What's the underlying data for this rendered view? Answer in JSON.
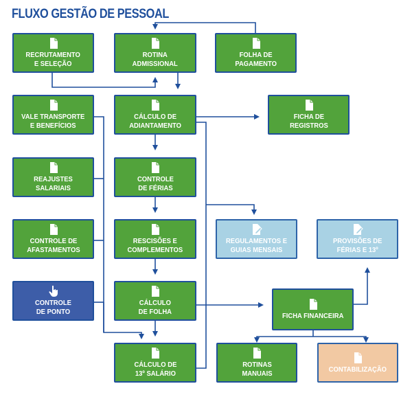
{
  "title": "FLUXO GESTÃO DE PESSOAL",
  "colors": {
    "green": "#52a33b",
    "blue": "#3d5da8",
    "light": "#a9d2e4",
    "peach": "#f2c9a3",
    "line": "#1f4f9c"
  },
  "boxes": {
    "recrutamento": {
      "label": "RECRUTAMENTO\nE SELEÇÃO",
      "icon": "document-icon"
    },
    "rotina": {
      "label": "ROTINA\nADMISSIONAL",
      "icon": "document-icon"
    },
    "folha_pagamento": {
      "label": "FOLHA DE\nPAGAMENTO",
      "icon": "document-icon"
    },
    "vale_transporte": {
      "label": "VALE TRANSPORTE\nE BENEFÍCIOS",
      "icon": "document-icon"
    },
    "calculo_adiantamento": {
      "label": "CÁLCULO DE\nADIANTAMENTO",
      "icon": "document-icon"
    },
    "ficha_registros": {
      "label": "FICHA DE\nREGISTROS",
      "icon": "document-icon"
    },
    "reajustes": {
      "label": "REAJUSTES\nSALARIAIS",
      "icon": "document-icon"
    },
    "controle_ferias": {
      "label": "CONTROLE\nDE FÉRIAS",
      "icon": "document-icon"
    },
    "controle_afastamentos": {
      "label": "CONTROLE DE\nAFASTAMENTOS",
      "icon": "document-icon"
    },
    "rescisoes": {
      "label": "RESCISÕES E\nCOMPLEMENTOS",
      "icon": "document-icon"
    },
    "regulamentos": {
      "label": "REGULAMENTOS E\nGUIAS MENSAIS",
      "icon": "edit-document-icon"
    },
    "provisoes": {
      "label": "PROVISÕES DE\nFÉRIAS E 13º",
      "icon": "edit-document-icon"
    },
    "controle_ponto": {
      "label": "CONTROLE\nDE PONTO",
      "icon": "hand-pointer-icon"
    },
    "calculo_folha": {
      "label": "CÁLCULO\nDE FOLHA",
      "icon": "document-icon"
    },
    "ficha_financeira": {
      "label": "FICHA FINANCEIRA",
      "icon": "document-icon"
    },
    "calculo_13": {
      "label": "CÁLCULO DE\n13º SALÁRIO",
      "icon": "document-icon"
    },
    "rotinas_manuais": {
      "label": "ROTINAS\nMANUAIS",
      "icon": "document-icon"
    },
    "contabilizacao": {
      "label": "CONTABILIZAÇÃO",
      "icon": "document-icon"
    }
  }
}
